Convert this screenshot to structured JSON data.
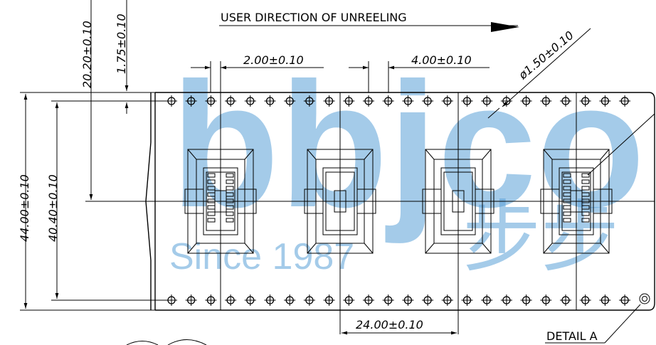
{
  "direction_label": "USER DIRECTION OF UNREELING",
  "dimensions": {
    "pitch_small": "2.00±0.10",
    "pitch_large": "4.00±0.10",
    "hole_diameter": "ø1.50±0.10",
    "pocket_pitch": "24.00±0.10",
    "tape_width": "44.00±0.10",
    "sprocket_span": "40.40±0.10",
    "center_offset": "20.20±0.10",
    "edge_offset": "1.75±0.10"
  },
  "detail_label": "DETAIL  A",
  "watermark": {
    "logo": "bbjco",
    "since": "Since 1987",
    "cn": "步步"
  },
  "colors": {
    "line": "#000000",
    "watermark": "#5aa1d8"
  }
}
